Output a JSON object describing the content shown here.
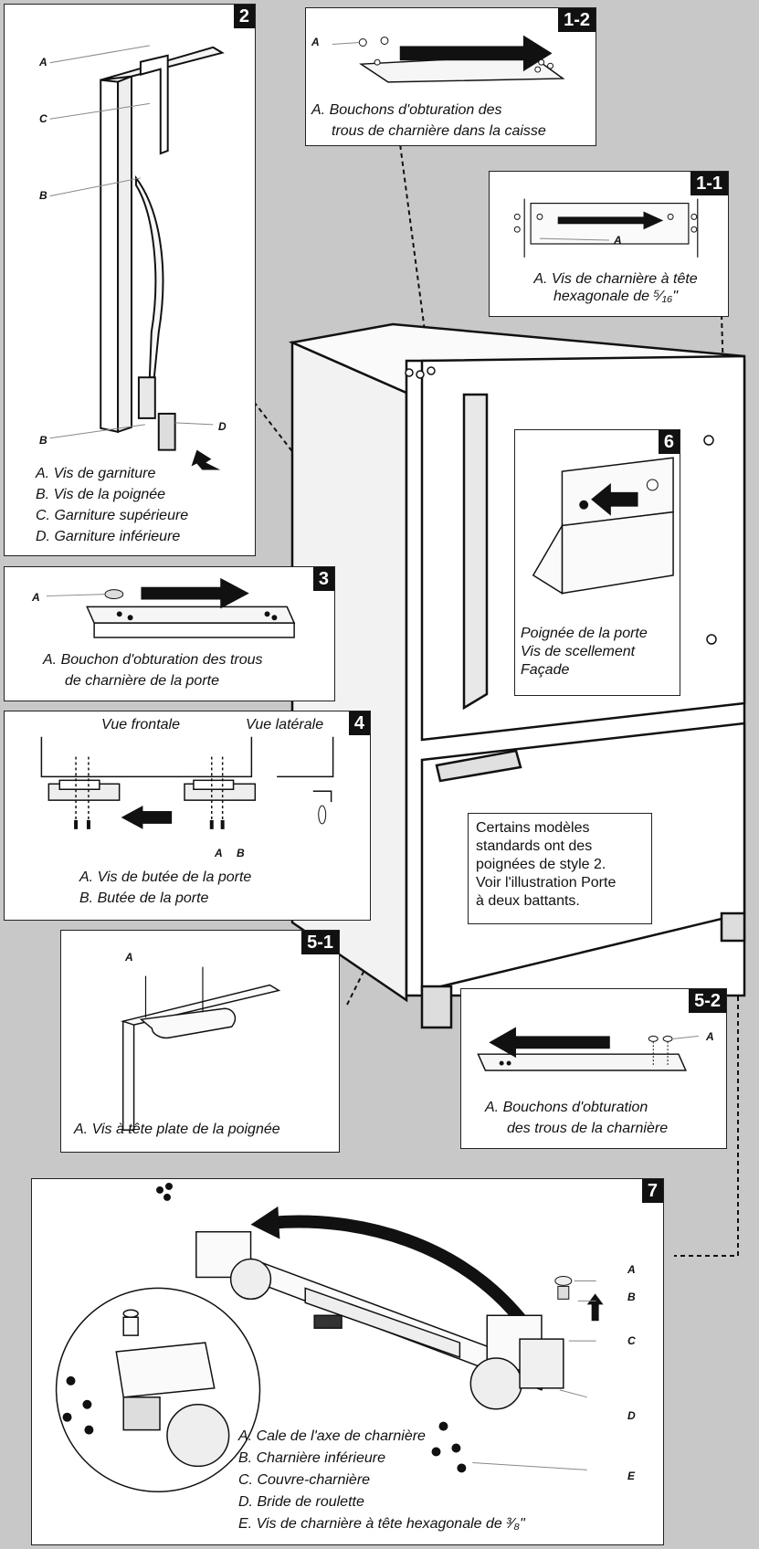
{
  "panels": {
    "p2": {
      "badge": "2",
      "labels": {
        "a": "A",
        "c": "C",
        "b1": "B",
        "b2": "B",
        "d": "D"
      },
      "legend": [
        "A. Vis de garniture",
        "B. Vis de la poignée",
        "C. Garniture supérieure",
        "D. Garniture inférieure"
      ]
    },
    "p12": {
      "badge": "1-2",
      "labels": {
        "a": "A"
      },
      "legend": [
        "A. Bouchons d'obturation des",
        "trous de charnière dans la caisse"
      ]
    },
    "p11": {
      "badge": "1-1",
      "labels": {
        "a": "A"
      },
      "legend": [
        "A. Vis de charnière à tête",
        "hexagonale de ⁵⁄₁₆\""
      ]
    },
    "p3": {
      "badge": "3",
      "labels": {
        "a": "A"
      },
      "legend": [
        "A. Bouchon d'obturation des trous",
        "de charnière de la porte"
      ]
    },
    "p4": {
      "badge": "4",
      "front_view": "Vue frontale",
      "side_view": "Vue latérale",
      "labels": {
        "a": "A",
        "b": "B"
      },
      "legend": [
        "A. Vis de butée de la porte",
        "B. Butée de la porte"
      ]
    },
    "p6": {
      "badge": "6",
      "legend": [
        "Poignée de la porte",
        "Vis de scellement",
        "Façade"
      ]
    },
    "p51": {
      "badge": "5-1",
      "labels": {
        "a": "A"
      },
      "legend": [
        "A. Vis à tête plate de la poignée"
      ]
    },
    "p52": {
      "badge": "5-2",
      "labels": {
        "a": "A"
      },
      "legend": [
        "A. Bouchons d'obturation",
        "des trous de la charnière"
      ]
    },
    "p7": {
      "badge": "7",
      "labels": {
        "a": "A",
        "b": "B",
        "c": "C",
        "d": "D",
        "e": "E"
      },
      "legend": [
        "A. Cale de l'axe de charnière",
        "B. Charnière inférieure",
        "C. Couvre-charnière",
        "D. Bride de roulette",
        "E. Vis de charnière à tête hexagonale de ³⁄₈\""
      ]
    }
  },
  "note": [
    "Certains modèles",
    "standards ont des",
    "poignées de style 2.",
    "Voir l'illustration Porte",
    "à deux battants."
  ]
}
